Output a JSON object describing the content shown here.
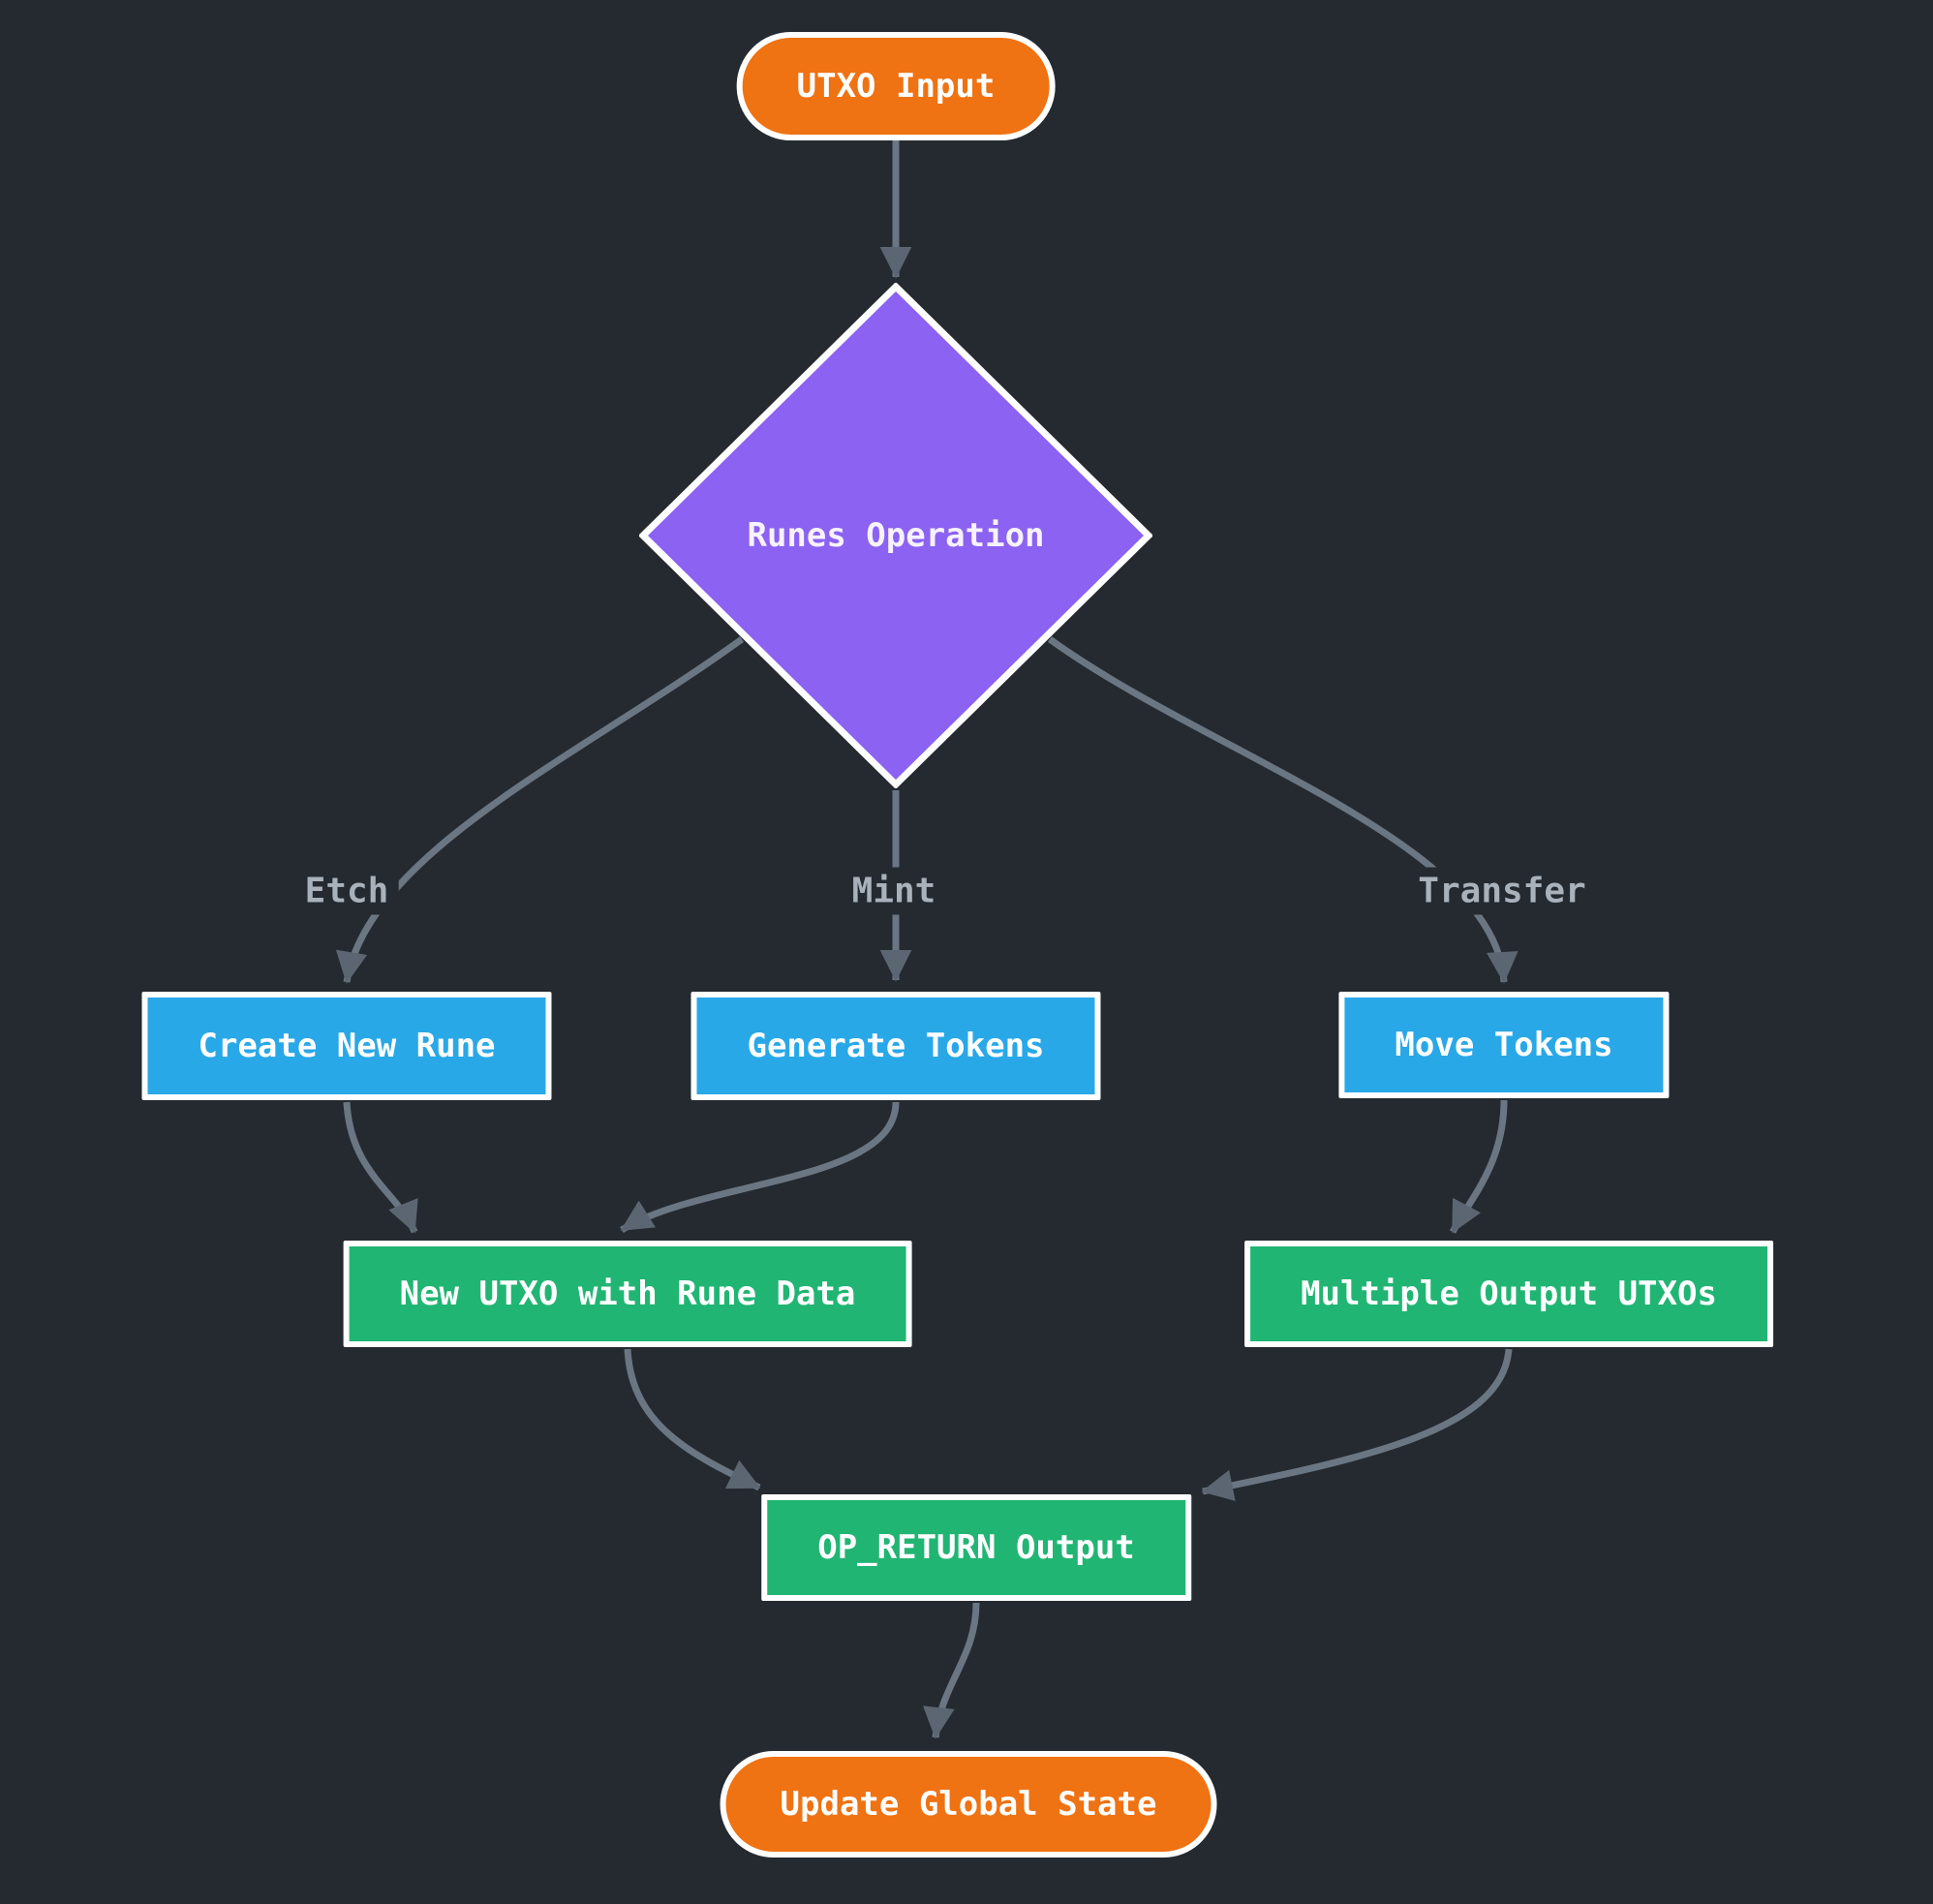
{
  "diagram": {
    "type": "flowchart",
    "direction": "top-down",
    "nodes": {
      "utxo_input": {
        "label": "UTXO Input",
        "shape": "stadium",
        "fill": "#ef7213"
      },
      "runes_operation": {
        "label": "Runes Operation",
        "shape": "diamond",
        "fill": "#8b62f1"
      },
      "create_new_rune": {
        "label": "Create New Rune",
        "shape": "rect",
        "fill": "#29a8e8"
      },
      "generate_tokens": {
        "label": "Generate Tokens",
        "shape": "rect",
        "fill": "#29a8e8"
      },
      "move_tokens": {
        "label": "Move Tokens",
        "shape": "rect",
        "fill": "#29a8e8"
      },
      "new_utxo_with_rune_data": {
        "label": "New UTXO with Rune Data",
        "shape": "rect",
        "fill": "#21b573"
      },
      "multiple_output_utxos": {
        "label": "Multiple Output UTXOs",
        "shape": "rect",
        "fill": "#21b573"
      },
      "op_return_output": {
        "label": "OP_RETURN Output",
        "shape": "rect",
        "fill": "#21b573"
      },
      "update_global_state": {
        "label": "Update Global State",
        "shape": "stadium",
        "fill": "#ef7213"
      }
    },
    "edge_labels": {
      "etch": "Etch",
      "mint": "Mint",
      "transfer": "Transfer"
    },
    "edges": [
      {
        "from": "UTXO Input",
        "to": "Runes Operation",
        "label": ""
      },
      {
        "from": "Runes Operation",
        "to": "Create New Rune",
        "label": "Etch"
      },
      {
        "from": "Runes Operation",
        "to": "Generate Tokens",
        "label": "Mint"
      },
      {
        "from": "Runes Operation",
        "to": "Move Tokens",
        "label": "Transfer"
      },
      {
        "from": "Create New Rune",
        "to": "New UTXO with Rune Data",
        "label": ""
      },
      {
        "from": "Generate Tokens",
        "to": "New UTXO with Rune Data",
        "label": ""
      },
      {
        "from": "Move Tokens",
        "to": "Multiple Output UTXOs",
        "label": ""
      },
      {
        "from": "New UTXO with Rune Data",
        "to": "OP_RETURN Output",
        "label": ""
      },
      {
        "from": "Multiple Output UTXOs",
        "to": "OP_RETURN Output",
        "label": ""
      },
      {
        "from": "OP_RETURN Output",
        "to": "Update Global State",
        "label": ""
      }
    ],
    "colors": {
      "background": "#242a30",
      "node_border": "#ffffff",
      "node_text": "#ffffff",
      "edge_line": "#6b7683",
      "arrowhead": "#5c6672",
      "edge_label_text": "#a9b1bb",
      "accent_orange": "#ef7213",
      "accent_purple": "#8b62f1",
      "accent_blue": "#29a8e8",
      "accent_green": "#21b573"
    }
  }
}
